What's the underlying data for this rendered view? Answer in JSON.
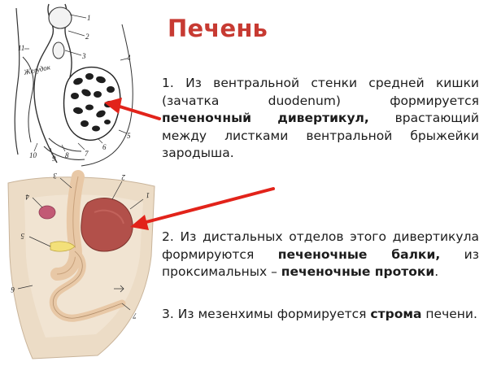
{
  "title": "Печень",
  "p1": {
    "t1": "1. Из вентральной стенки средней кишки (зачатка ",
    "t2": "duodenum",
    "t3": ") формируется ",
    "b1": "печеночный дивертикул,",
    "t4": " врастающий между листками вентральной брыжейки зародыша."
  },
  "p2": {
    "t1": "2. Из дистальных отделов этого дивертикула формируются ",
    "b1": "печеночные балки,",
    "t2": " из проксимальных – ",
    "b2": "печеночные протоки",
    "t3": "."
  },
  "p3": {
    "t1": "3. Из мезенхимы формируется ",
    "b1": "строма",
    "t2": " печени."
  },
  "fig_top": {
    "stomach_label": "Желудок",
    "num": [
      "1",
      "2",
      "3",
      "4",
      "5",
      "6",
      "7",
      "8",
      "9",
      "10",
      "11"
    ]
  },
  "fig_bottom": {
    "num": [
      "1",
      "2",
      "3",
      "4",
      "5",
      "6",
      "7"
    ]
  },
  "colors": {
    "title": "#c73a32",
    "arrow": "#e2231a"
  }
}
